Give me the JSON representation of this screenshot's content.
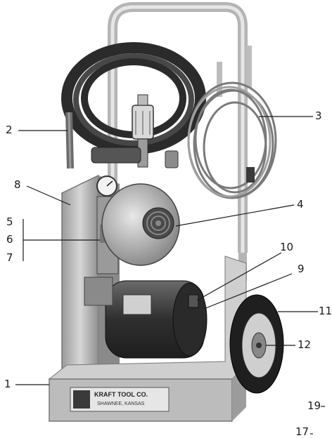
{
  "callouts": [
    {
      "id": "c1",
      "text": "1"
    },
    {
      "id": "c2",
      "text": "2"
    },
    {
      "id": "c3",
      "text": "3"
    },
    {
      "id": "c4",
      "text": "4"
    },
    {
      "id": "c5",
      "text": "5"
    },
    {
      "id": "c6",
      "text": "6"
    },
    {
      "id": "c7",
      "text": "7"
    },
    {
      "id": "c8",
      "text": "8"
    },
    {
      "id": "c9",
      "text": "9"
    },
    {
      "id": "c10",
      "text": "10"
    },
    {
      "id": "c11",
      "text": "11"
    },
    {
      "id": "c12",
      "text": "12"
    },
    {
      "id": "c17",
      "text": "17"
    },
    {
      "id": "c19",
      "text": "19"
    }
  ],
  "nameplate": {
    "brand": "KRAFT TOOL CO.",
    "subtitle": "SHAWNEE, KANSAS"
  },
  "colors": {
    "line": "#1a1a1a",
    "frame": "#b9b9b9",
    "frame_dark": "#8a8a8a",
    "hose": "#2b2b2b",
    "motor": "#3a3a3a",
    "tire": "#1f1f1f"
  }
}
